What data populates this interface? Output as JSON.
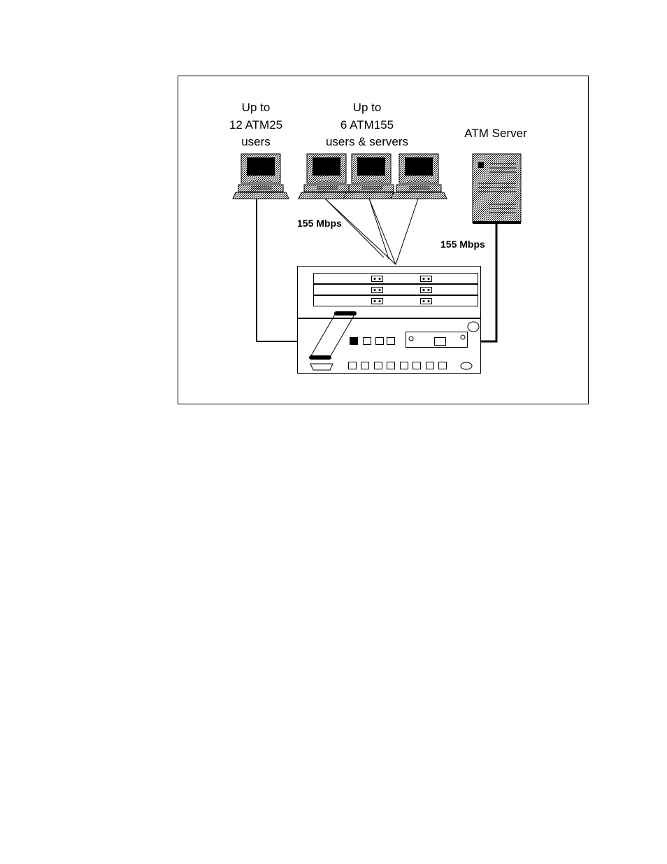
{
  "labels": {
    "atm25_line1": "Up to",
    "atm25_line2": "12 ATM25",
    "atm25_line3": "users",
    "atm155_line1": "Up to",
    "atm155_line2": "6 ATM155",
    "atm155_line3": "users & servers",
    "server": "ATM Server",
    "speed_users": "155 Mbps",
    "speed_server": "155 Mbps"
  },
  "colors": {
    "line": "#000000",
    "background": "#ffffff",
    "dither": "#999999"
  },
  "icons": [
    "computer-icon",
    "server-icon",
    "atm-switch-icon",
    "cable-icon"
  ]
}
